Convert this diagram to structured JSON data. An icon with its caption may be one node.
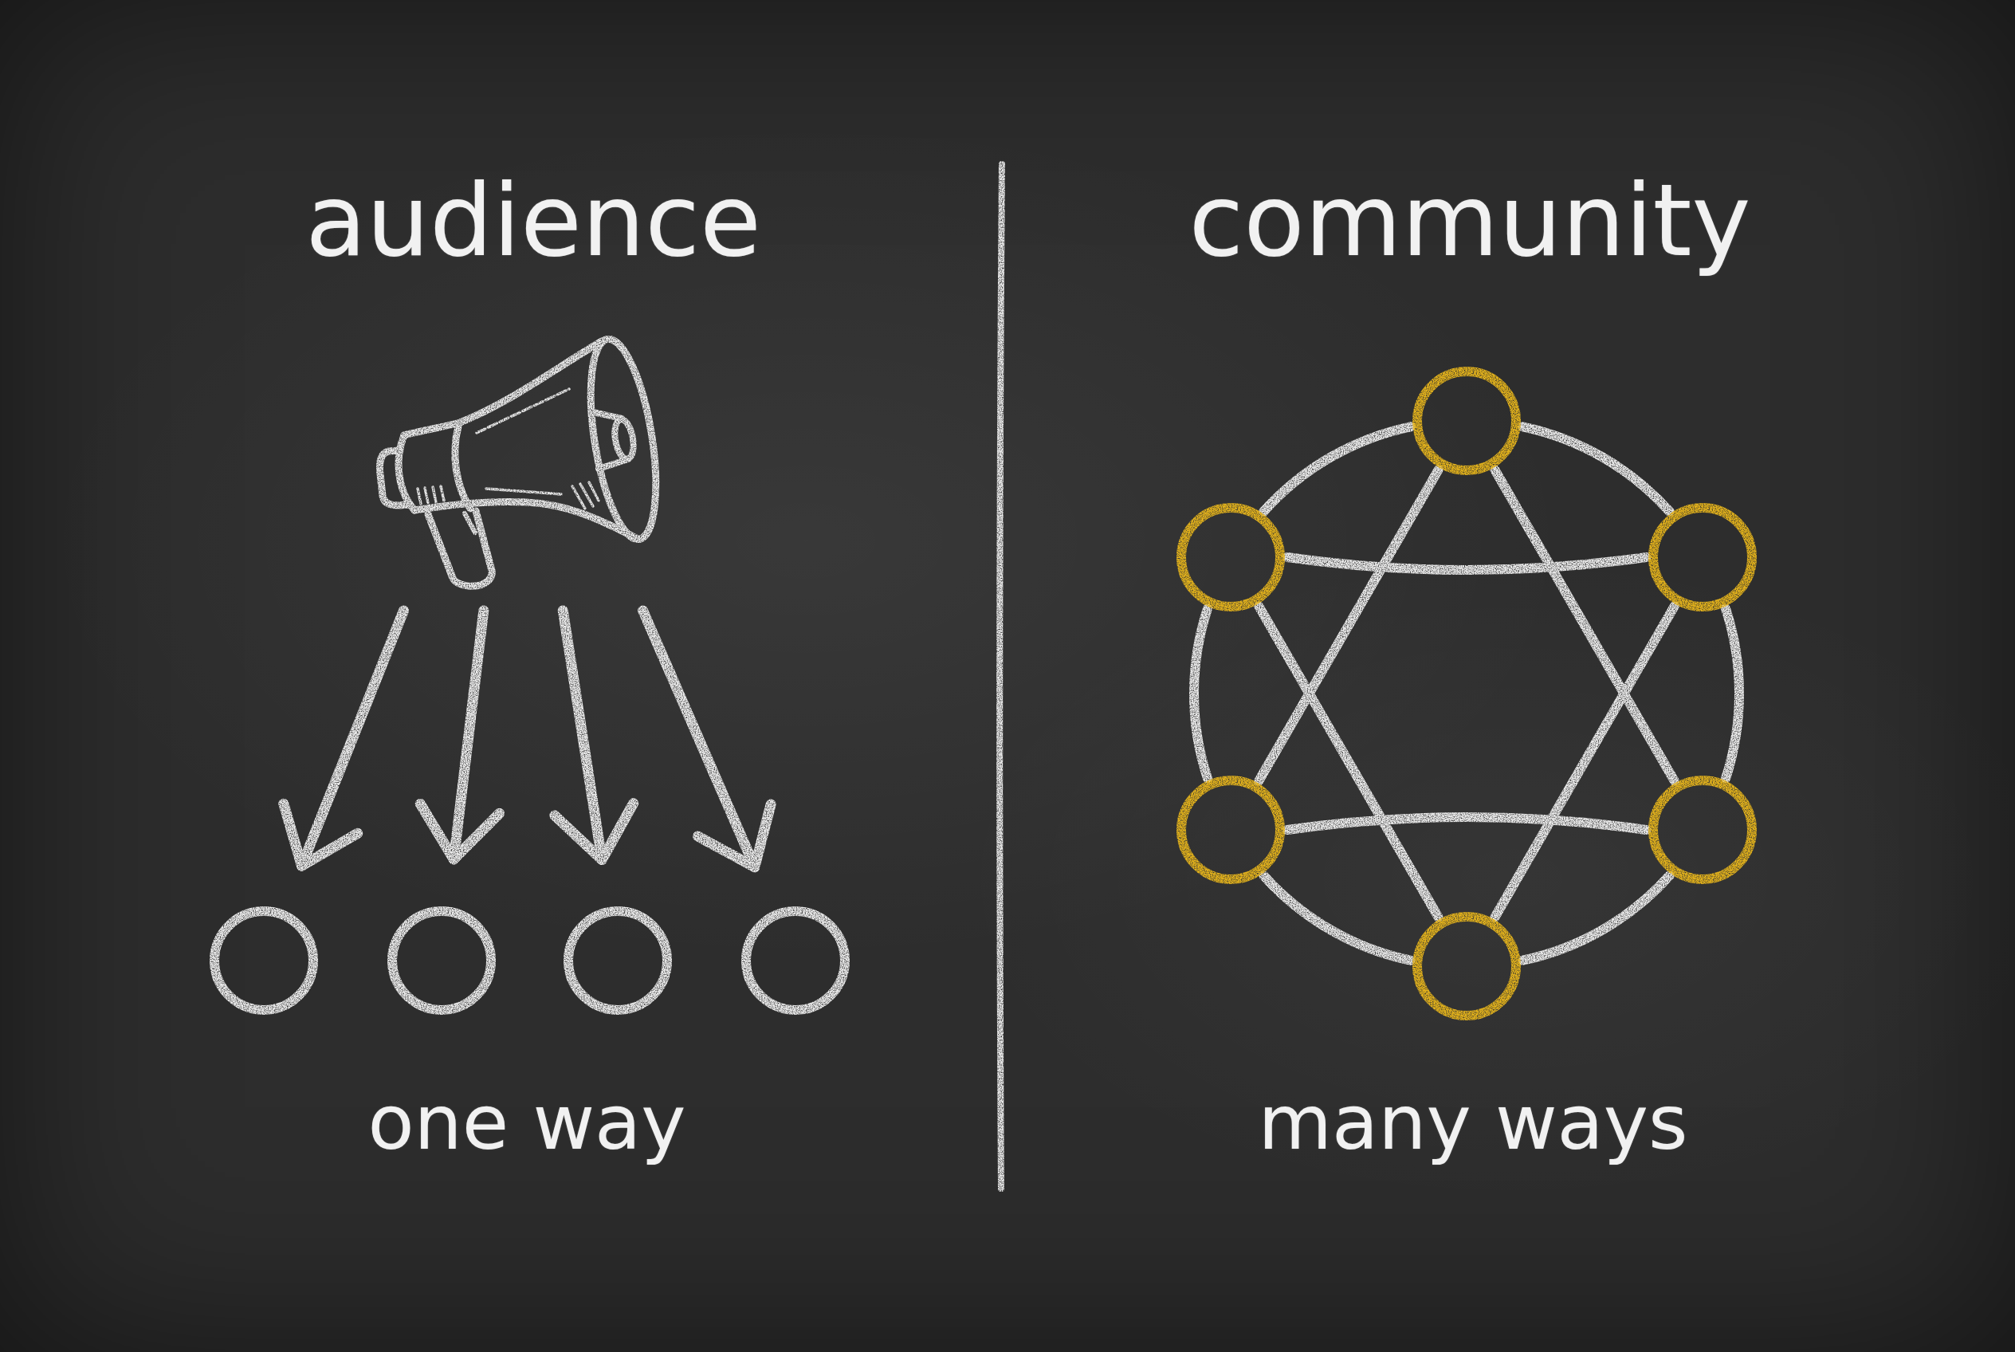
{
  "diagram": {
    "nodes": [
      {
        "text": [],
        "shape": "picture"
      },
      {
        "text": [],
        "shape": "circle"
      },
      {
        "text": [],
        "shape": "circle"
      },
      {
        "text": [],
        "shape": "circle"
      },
      {
        "text": [],
        "shape": "circle"
      },
      {
        "text": [],
        "shape": "circle"
      },
      {
        "text": [],
        "shape": "circle"
      },
      {
        "text": [],
        "shape": "circle"
      },
      {
        "text": [],
        "shape": "circle"
      },
      {
        "text": [],
        "shape": "circle"
      },
      {
        "text": [],
        "shape": "circle"
      }
    ],
    "edges": [
      {
        "from": 0,
        "to": 1,
        "arrow": "to"
      },
      {
        "from": 0,
        "to": 2,
        "arrow": "to"
      },
      {
        "from": 0,
        "to": 3,
        "arrow": "to"
      },
      {
        "from": 0,
        "to": 4,
        "arrow": "to"
      },
      {
        "from": 5,
        "to": 6,
        "arrow": "none"
      },
      {
        "from": 5,
        "to": 7,
        "arrow": "none"
      },
      {
        "from": 5,
        "to": 8,
        "arrow": "none"
      },
      {
        "from": 5,
        "to": 9,
        "arrow": "none"
      },
      {
        "from": 6,
        "to": 7,
        "arrow": "none"
      },
      {
        "from": 6,
        "to": 8,
        "arrow": "none"
      },
      {
        "from": 6,
        "to": 10,
        "arrow": "none"
      },
      {
        "from": 7,
        "to": 9,
        "arrow": "none"
      },
      {
        "from": 7,
        "to": 10,
        "arrow": "none"
      },
      {
        "from": 8,
        "to": 9,
        "arrow": "none"
      },
      {
        "from": 8,
        "to": 10,
        "arrow": "none"
      },
      {
        "from": 9,
        "to": 10,
        "arrow": "none"
      }
    ],
    "labels": [
      "audience",
      "community",
      "one way",
      "many ways"
    ]
  }
}
